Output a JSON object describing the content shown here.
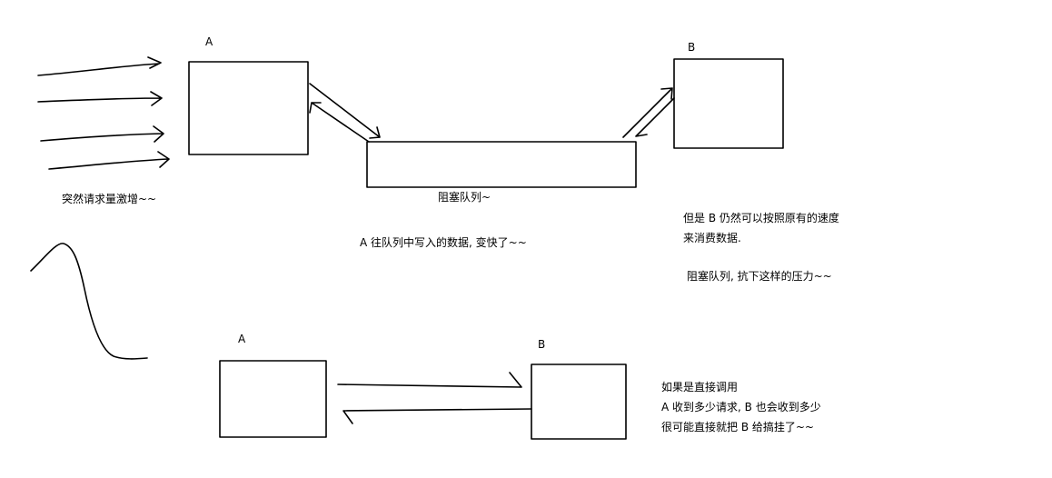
{
  "labels": {
    "top_a": "A",
    "top_b": "B",
    "bottom_a": "A",
    "bottom_b": "B",
    "queue": "阻塞队列~"
  },
  "notes": {
    "surge": "突然请求量激增~~",
    "a_writes_faster": "A 往队列中写入的数据, 变快了~~",
    "b_keeps_pace_line1": "但是 B 仍然可以按照原有的速度",
    "b_keeps_pace_line2": "来消费数据.",
    "queue_absorbs": "阻塞队列, 抗下这样的压力~~",
    "direct_call_line1": "如果是直接调用",
    "direct_call_line2": "A 收到多少请求, B 也会收到多少",
    "direct_call_line3": "很可能直接就把 B 给搞挂了~~"
  }
}
